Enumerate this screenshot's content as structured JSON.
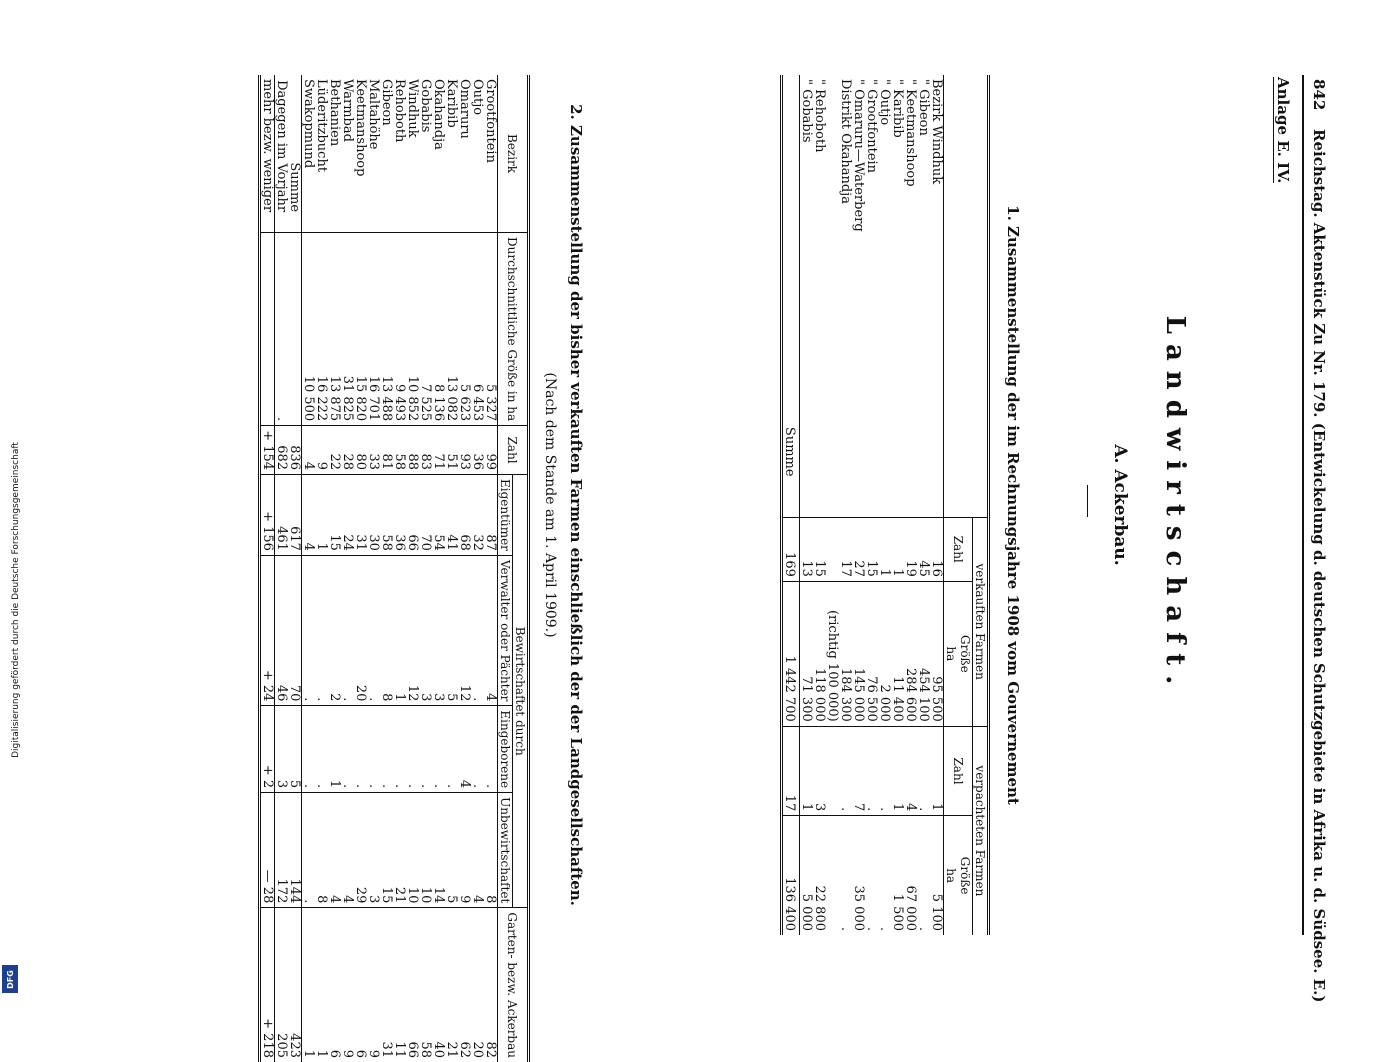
{
  "sidebar": {
    "text": "Digitalisierung gefördert durch die Deutsche Forschungsgemeinschaft",
    "logo": "DFG"
  },
  "running_head": {
    "page_number": "842",
    "text": "Reichstag. Aktenstück Zu Nr. 179. (Entwickelung d. deutschen Schutzgebiete in Afrika u. d. Südsee. E.)"
  },
  "anlage": "Anlage E. IV.",
  "title": "Landwirtschaft.",
  "section_a": "A. Ackerbau.",
  "table1": {
    "heading": "1. Zusammenstellung der im Rechnungsjahre 1908 vom Gouvernement",
    "group_verkauft": "verkauften Farmen",
    "group_verpachtet": "verpachteten Farmen",
    "col_zahl": "Zahl",
    "col_groesse": "Größe",
    "col_unit": "ha",
    "rows": [
      {
        "label": "Bezirk Windhuk",
        "z1": "16",
        "g1": "95 500",
        "z2": "1",
        "g2": "5 100"
      },
      {
        "label": "\" Gibeon",
        "z1": "45",
        "g1": "454 100",
        "z2": ".",
        "g2": "."
      },
      {
        "label": "\" Keetmanshoop",
        "z1": "19",
        "g1": "284 600",
        "z2": "4",
        "g2": "67 000"
      },
      {
        "label": "\" Karibib",
        "z1": "1",
        "g1": "11 400",
        "z2": "1",
        "g2": "1 500"
      },
      {
        "label": "\" Outjo",
        "z1": "1",
        "g1": "2 000",
        "z2": ".",
        "g2": "."
      },
      {
        "label": "\" Grootfontein",
        "z1": "15",
        "g1": "76 500",
        "z2": ".",
        "g2": "."
      },
      {
        "label": "\" Omaruru—Waterberg",
        "z1": "27",
        "g1": "145 000",
        "z2": "7",
        "g2": "35 000"
      },
      {
        "label": "",
        "z1": "",
        "g1": "",
        "z2": "",
        "g2": ""
      },
      {
        "label": "Distrikt Okahandja",
        "z1": "17",
        "g1": "184 300",
        "z2": ".",
        "g2": "."
      },
      {
        "label": "",
        "z1": "",
        "g1": "(richtig 100 000)",
        "z2": "",
        "g2": ""
      },
      {
        "label": "\" Rehoboth",
        "z1": "15",
        "g1": "118 000",
        "z2": "3",
        "g2": "22 800"
      },
      {
        "label": "\" Gobabis",
        "z1": "13",
        "g1": "71 300",
        "z2": "1",
        "g2": "5 000"
      }
    ],
    "sum": {
      "label": "Summe",
      "z1": "169",
      "g1": "1 442 700",
      "z2": "17",
      "g2": "136 400"
    }
  },
  "table2": {
    "heading": "2. Zusammenstellung der bisher verkauften Farmen einschließlich der der Landgesellschaften.",
    "subheading": "(Nach dem Stande am 1. April 1909.)",
    "col_bezirk": "Bezirk",
    "col_durchschnitt": "Durchschnittliche Größe in ha",
    "col_zahl": "Zahl",
    "group_bewirtschaftet": "Bewirtschaftet durch",
    "col_eigentuemer": "Eigentümer",
    "col_verwalter": "Verwalter oder Pächter",
    "col_eingeborene": "Eingeborene",
    "col_unbewirtschaftet": "Unbewirtschaftet",
    "col_garten": "Garten- bezw. Ackerbau",
    "rows": [
      {
        "bezirk": "Grootfontein",
        "ds": "5 327",
        "zahl": "99",
        "eig": "87",
        "ver": "4",
        "ein": ".",
        "unb": "8",
        "gar": "82"
      },
      {
        "bezirk": "Outjo",
        "ds": "6 453",
        "zahl": "36",
        "eig": "32",
        "ver": ".",
        "ein": ".",
        "unb": "4",
        "gar": "20"
      },
      {
        "bezirk": "Omaruru",
        "ds": "5 623",
        "zahl": "93",
        "eig": "68",
        "ver": "12",
        "ein": "4",
        "unb": "9",
        "gar": "62"
      },
      {
        "bezirk": "Karibib",
        "ds": "13 082",
        "zahl": "51",
        "eig": "41",
        "ver": "5",
        "ein": ".",
        "unb": "5",
        "gar": "21"
      },
      {
        "bezirk": "Okahandja",
        "ds": "8 136",
        "zahl": "71",
        "eig": "54",
        "ver": "3",
        "ein": ".",
        "unb": "14",
        "gar": "40"
      },
      {
        "bezirk": "Gobabis",
        "ds": "7 525",
        "zahl": "83",
        "eig": "70",
        "ver": "3",
        "ein": ".",
        "unb": "10",
        "gar": "58"
      },
      {
        "bezirk": "Windhuk",
        "ds": "10 852",
        "zahl": "88",
        "eig": "66",
        "ver": "12",
        "ein": ".",
        "unb": "10",
        "gar": "66"
      },
      {
        "bezirk": "Rehoboth",
        "ds": "9 493",
        "zahl": "58",
        "eig": "36",
        "ver": "1",
        "ein": ".",
        "unb": "21",
        "gar": "11"
      },
      {
        "bezirk": "Gibeon",
        "ds": "13 488",
        "zahl": "81",
        "eig": "58",
        "ver": "8",
        "ein": ".",
        "unb": "15",
        "gar": "31"
      },
      {
        "bezirk": "Maltahöhe",
        "ds": "16 701",
        "zahl": "33",
        "eig": "30",
        "ver": ".",
        "ein": ".",
        "unb": "3",
        "gar": "9"
      },
      {
        "bezirk": "Keetmanshoop",
        "ds": "15 820",
        "zahl": "80",
        "eig": "31",
        "ver": "20",
        "ein": ".",
        "unb": "29",
        "gar": "6"
      },
      {
        "bezirk": "Warmbad",
        "ds": "31 825",
        "zahl": "28",
        "eig": "24",
        "ver": ".",
        "ein": ".",
        "unb": "4",
        "gar": "9"
      },
      {
        "bezirk": "Bethanien",
        "ds": "13 875",
        "zahl": "22",
        "eig": "15",
        "ver": "2",
        "ein": "1",
        "unb": "4",
        "gar": "6"
      },
      {
        "bezirk": "Lüderitzbucht",
        "ds": "16 222",
        "zahl": "9",
        "eig": "1",
        "ver": ".",
        "ein": ".",
        "unb": "8",
        "gar": "1"
      },
      {
        "bezirk": "Swakopmund",
        "ds": "10 500",
        "zahl": "4",
        "eig": "4",
        "ver": ".",
        "ein": ".",
        "unb": ".",
        "gar": "1"
      }
    ],
    "sum": {
      "bezirk": "Summe",
      "ds": "",
      "zahl": "836",
      "eig": "617",
      "ver": "70",
      "ein": "5",
      "unb": "144",
      "gar": "423"
    },
    "prev": {
      "bezirk": "Dagegen im Vorjahr",
      "ds": ".",
      "zahl": "682",
      "eig": "461",
      "ver": "46",
      "ein": "3",
      "unb": "172",
      "gar": "205"
    },
    "diff": {
      "bezirk": "mehr bezw. weniger",
      "ds": "",
      "zahl": "+ 154",
      "eig": "+ 156",
      "ver": "+ 24",
      "ein": "+ 2",
      "unb": "— 28",
      "gar": "+ 218"
    }
  }
}
